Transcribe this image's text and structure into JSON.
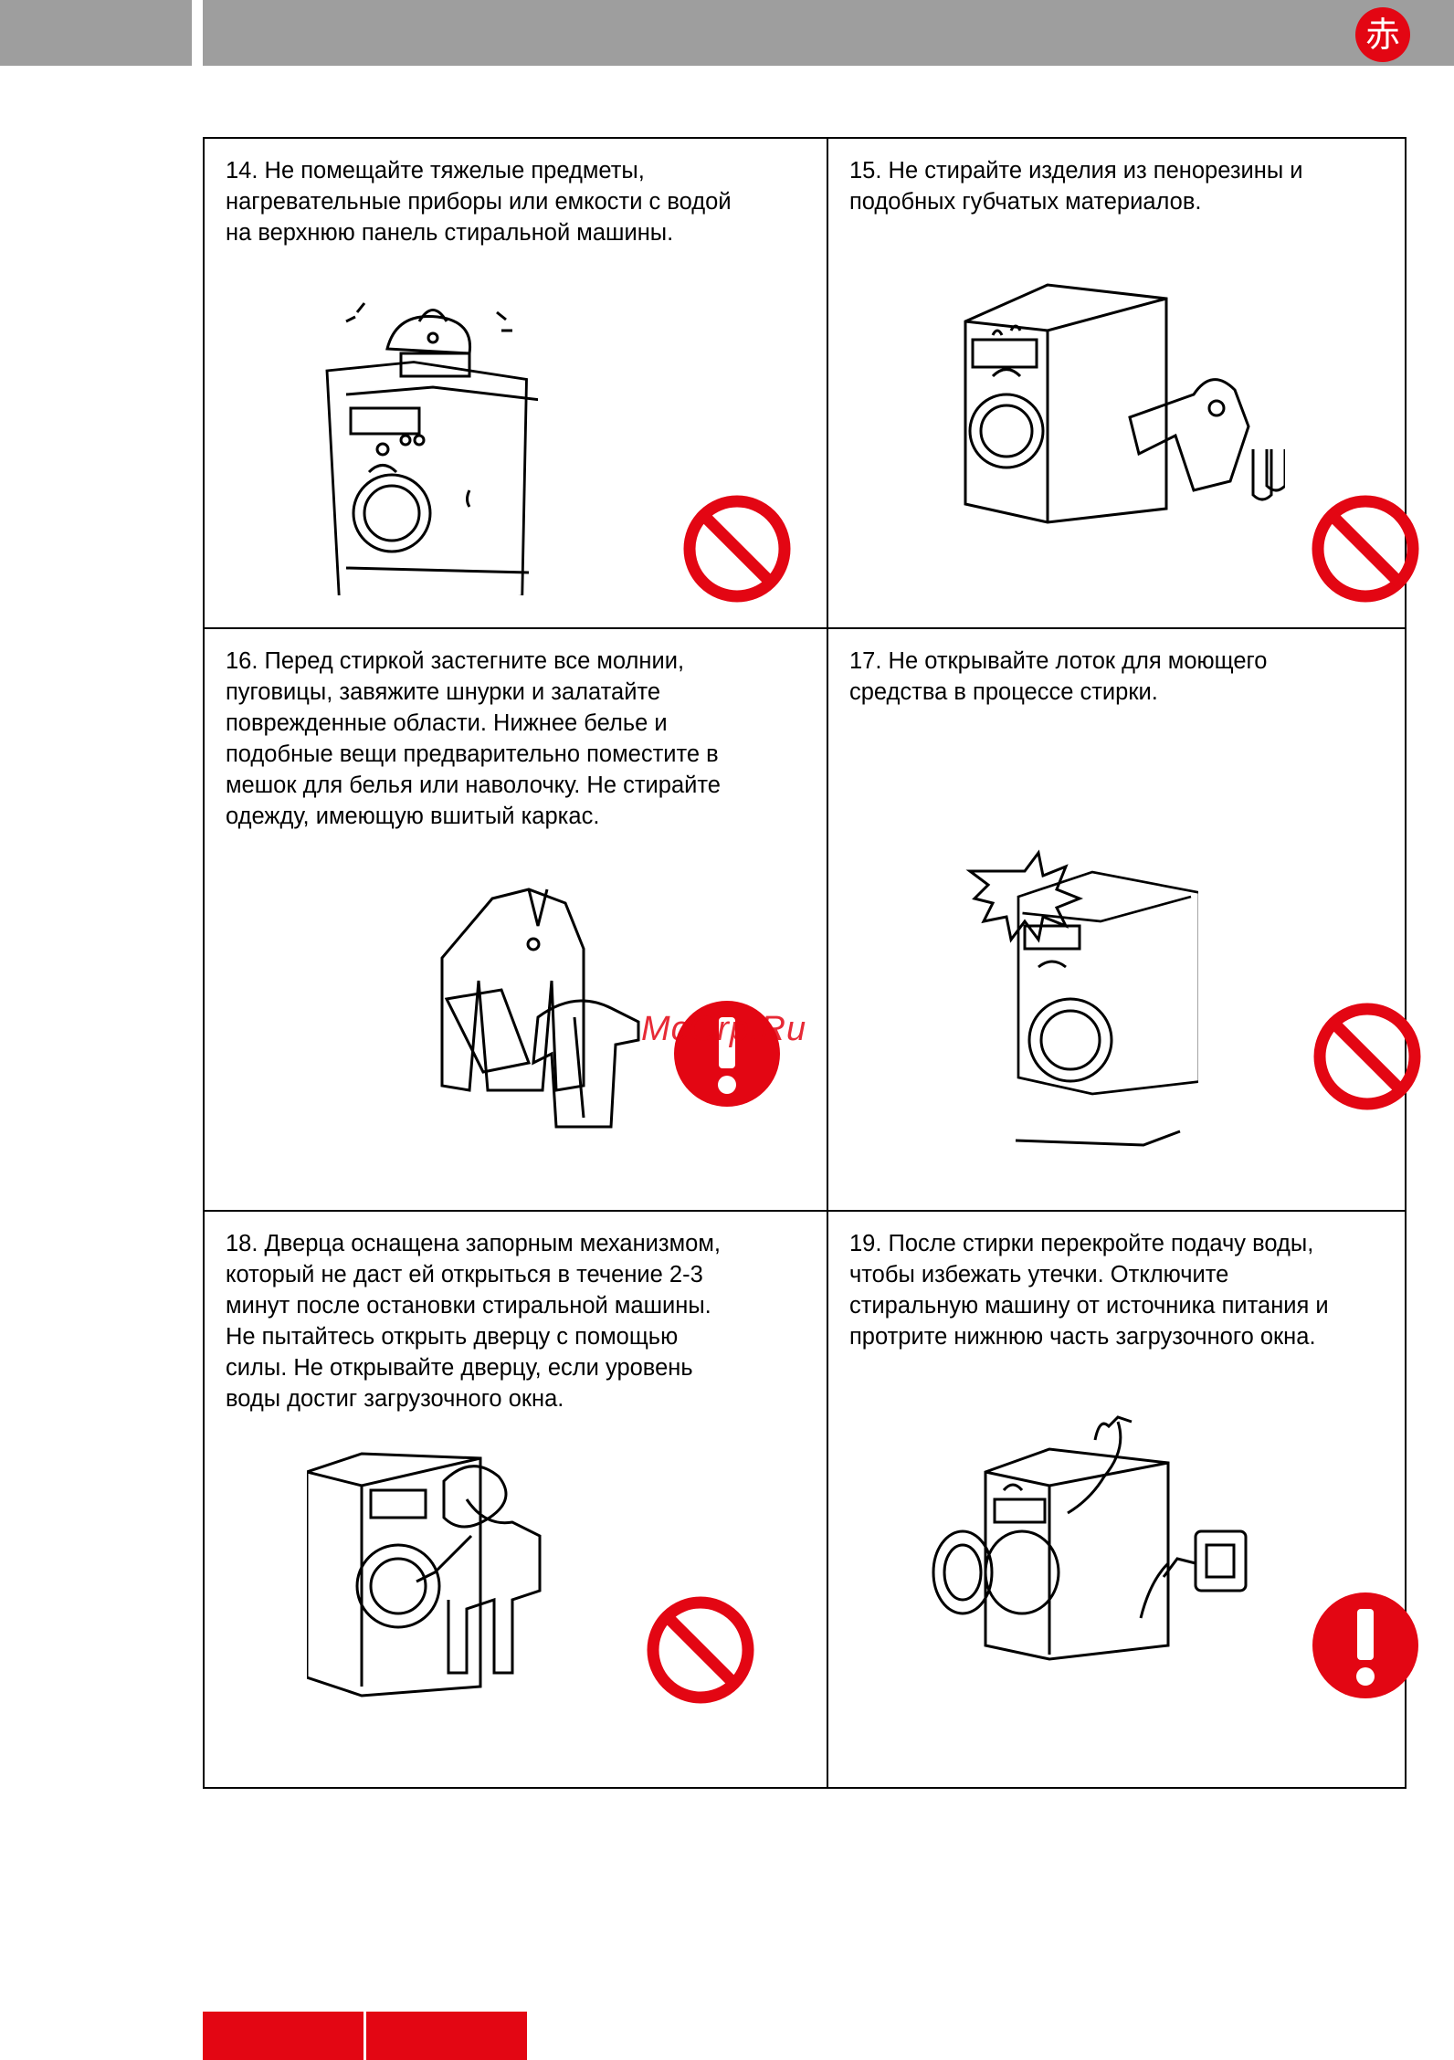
{
  "header": {
    "logo_glyph": "赤",
    "accent_color": "#e30613",
    "bar_color": "#9e9e9e"
  },
  "cells": [
    {
      "text": "14. Не помещайте тяжелые предметы,\nнагревательные приборы или емкости с водой\nна верхнюю панель стиральной машины.",
      "sign": "prohibition-icon"
    },
    {
      "text": "15. Не стирайте изделия из пенорезины и\nподобных губчатых материалов.",
      "sign": "prohibition-icon"
    },
    {
      "text": "16. Перед стиркой застегните все молнии,\nпуговицы, завяжите шнурки и залатайте\nповрежденные области. Нижнее белье и\nподобные вещи предварительно поместите в\nмешок для белья или наволочку. Не стирайте\nодежду, имеющую вшитый каркас.",
      "sign": "warning-icon"
    },
    {
      "text": "17. Не открывайте лоток для моющего\nсредства в процессе стирки.",
      "sign": "prohibition-icon"
    },
    {
      "text": "18. Дверца оснащена запорным механизмом,\nкоторый не даст ей открыться в течение 2-3\nминут после остановки стиральной машины.\nНе пытайтесь открыть дверцу с помощью\nсилы. Не открывайте дверцу, если уровень\nводы достиг загрузочного окна.",
      "sign": "prohibition-icon"
    },
    {
      "text": "19. После стирки перекройте подачу воды,\nчтобы избежать утечки. Отключите\nстиральную машину от  источника питания и\nпротрите нижнюю часть загрузочного окна.",
      "sign": "warning-icon"
    }
  ],
  "watermark": "McGrp.Ru"
}
